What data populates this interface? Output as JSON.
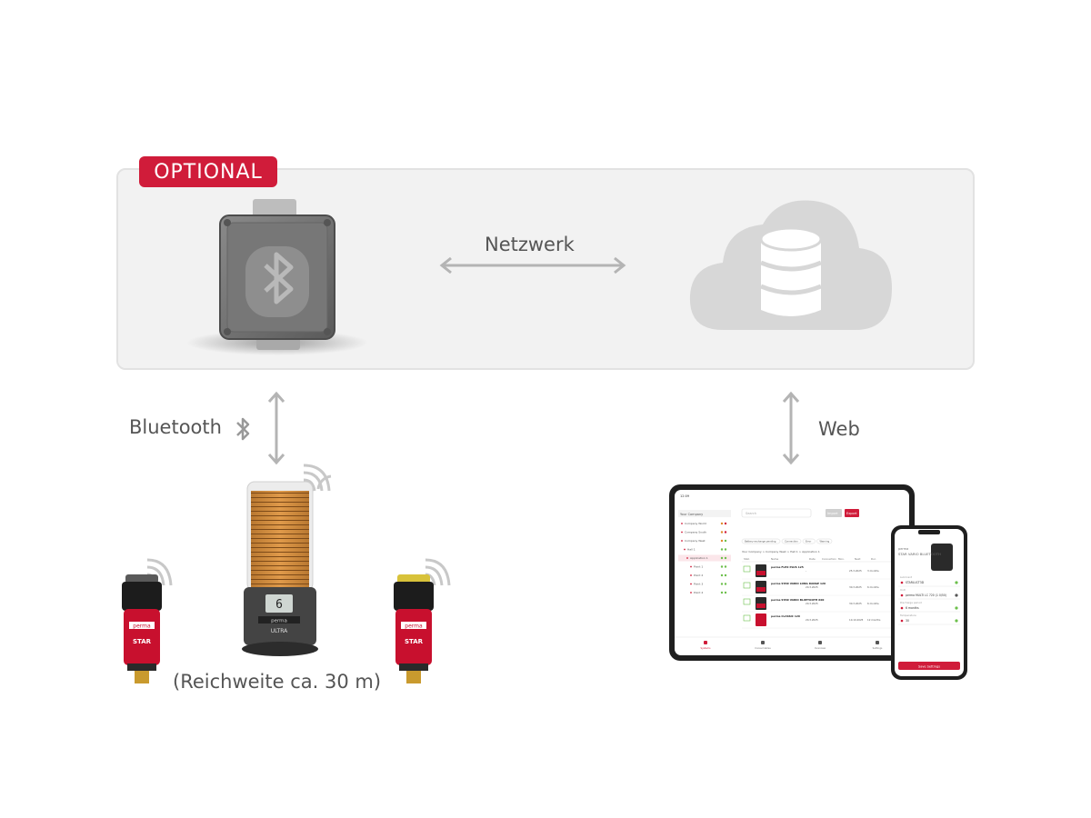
{
  "optional_badge": "OPTIONAL",
  "network_label": "Netzwerk",
  "bluetooth_label": "Bluetooth",
  "web_label": "Web",
  "range_label": "(Reichweite ca. 30 m)",
  "lubricator_left": {
    "brand": "perma",
    "model": "STAR"
  },
  "lubricator_center": {
    "brand": "perma",
    "model": "ULTRA",
    "display": "6"
  },
  "lubricator_right": {
    "brand": "perma",
    "model": "STAR"
  },
  "tablet": {
    "time": "12:09",
    "search_placeholder": "Search",
    "import_label": "Import",
    "export_label": "Export",
    "selector": "Your Company",
    "tree": [
      "Company World",
      "Company South",
      "Company West",
      "Hall 1",
      "Application 1",
      "Point 1",
      "Point 2",
      "Point 3",
      "Point 4"
    ],
    "breadcrumb": "Your Company  >  Company West  >  Hall 1  >  Application 1",
    "filters": [
      "Battery exchange pending",
      "Connection",
      "Error",
      "Warning"
    ],
    "columns": [
      "Stat.",
      "Name",
      "Date",
      "Connection",
      "Mon.",
      "Next",
      "Dur."
    ],
    "rows": [
      {
        "name": "perma FLEX PLUS 125",
        "date": "-",
        "next": "25.3.2025",
        "dur": "3 months"
      },
      {
        "name": "perma STAR VARIO LONG RANGE 120",
        "date": "20.3.2025",
        "next": "30.3.2025",
        "dur": "6 months"
      },
      {
        "name": "perma STAR VARIO BLUETOOTH 600",
        "date": "20.3.2025",
        "next": "30.3.2025",
        "dur": "6 months"
      },
      {
        "name": "perma CLASSIC 120",
        "date": "20.3.2025",
        "next": "10.10.2025",
        "dur": "12 months"
      }
    ],
    "tabbar": [
      "Systems",
      "Consumables",
      "Overview",
      "Settings"
    ]
  },
  "phone": {
    "brand": "perma",
    "title": "STAR VARIO BLUETOOTH",
    "fields": [
      {
        "label": "Lubricant",
        "value": "STARLUCT3D"
      },
      {
        "label": "Unit",
        "value": "perma MULTI LC 720 (1 0/50)"
      },
      {
        "label": "Discharge period",
        "value": "6 months"
      },
      {
        "label": "Temperature",
        "value": "30"
      }
    ],
    "save_button": "Save Settings"
  },
  "colors": {
    "accent": "#d01c3a",
    "panel": "#f2f2f2",
    "panel_border": "#e2e2e2",
    "arrow": "#b4b4b4",
    "device_grey": "#6f6f6f",
    "cloud": "#d7d7d7"
  },
  "icons": [
    "bluetooth-icon",
    "database-icon",
    "cloud-icon",
    "wifi-signal-icon"
  ]
}
